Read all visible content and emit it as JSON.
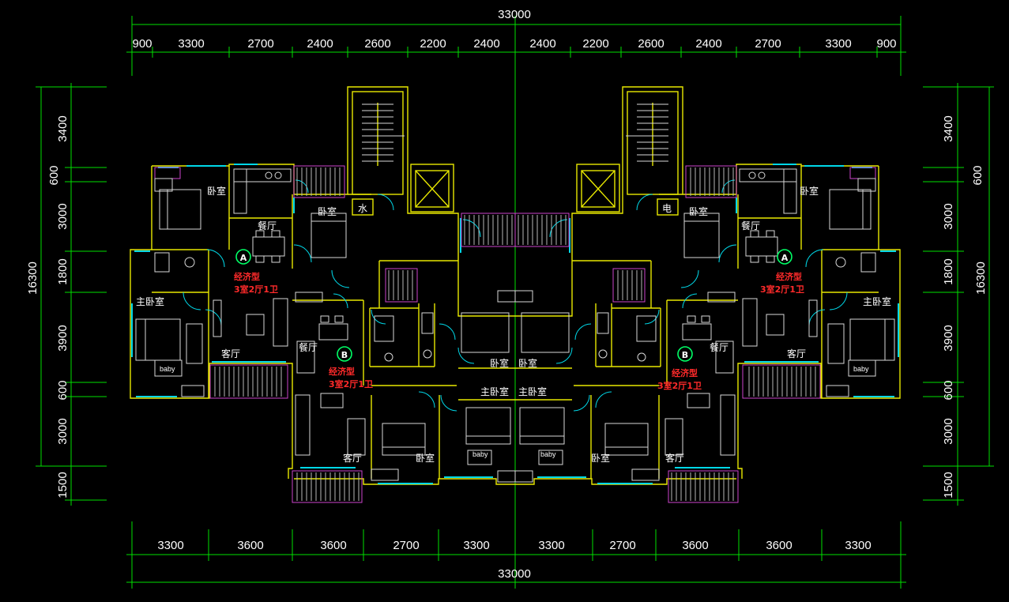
{
  "dims": {
    "total": "33000",
    "top": [
      "900",
      "3300",
      "2700",
      "2400",
      "2600",
      "2200",
      "2400",
      "2400",
      "2200",
      "2600",
      "2400",
      "2700",
      "3300",
      "900"
    ],
    "bottom": [
      "3300",
      "3600",
      "3600",
      "2700",
      "3300",
      "3300",
      "2700",
      "3600",
      "3600",
      "3300"
    ],
    "side_total": "16300",
    "left": [
      "3400",
      "600",
      "3000",
      "1800",
      "3900",
      "600",
      "3000",
      "1500"
    ],
    "right": [
      "3400",
      "600",
      "3000",
      "1800",
      "3900",
      "600",
      "3000",
      "1500"
    ]
  },
  "rooms": {
    "bedroom": "卧室",
    "dining": "餐厅",
    "master": "主卧室",
    "living": "客厅",
    "water": "水",
    "electric": "电",
    "baby": "baby"
  },
  "units": {
    "a_marker": "A",
    "b_marker": "B",
    "type": "经济型",
    "layout": "3室2厅1卫"
  },
  "colors": {
    "background": "#000000",
    "dimension_lines": "#00e000",
    "walls": "#e8e800",
    "windows": "#00d8e8",
    "balcony": "#cc44cc",
    "unit_tags": "#ff2a2a"
  }
}
